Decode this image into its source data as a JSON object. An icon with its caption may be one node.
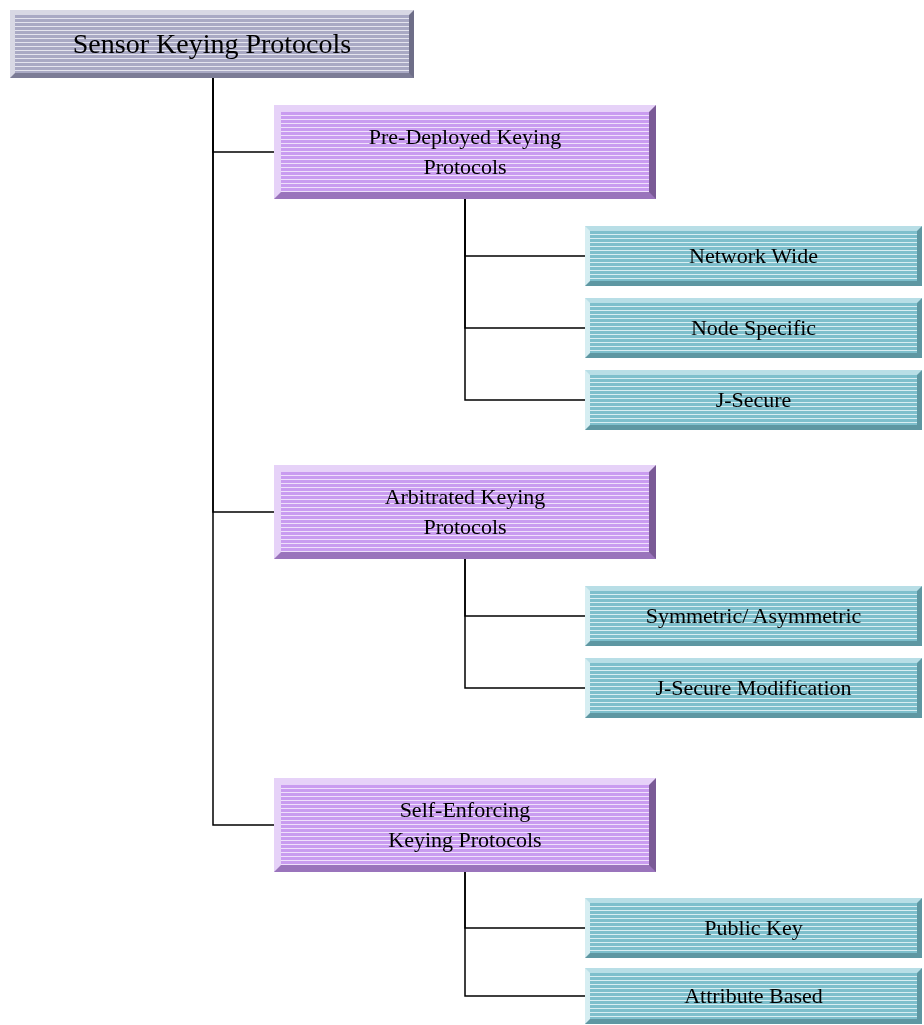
{
  "diagram": {
    "nodes": [
      {
        "text": [
          "Sensor Keying Protocols"
        ]
      },
      {
        "text": [
          "Pre-Deployed Keying Protocols"
        ]
      },
      {
        "text": [
          "Network Wide"
        ]
      },
      {
        "text": [
          "Node Specific"
        ]
      },
      {
        "text": [
          "J-Secure"
        ]
      },
      {
        "text": [
          "Arbitrated Keying Protocols"
        ]
      },
      {
        "text": [
          "Symmetric/ Asymmetric"
        ]
      },
      {
        "text": [
          "J-Secure Modification"
        ]
      },
      {
        "text": [
          "Self-Enforcing Keying Protocols"
        ]
      },
      {
        "text": [
          "Public Key"
        ]
      },
      {
        "text": [
          "Attribute Based"
        ]
      }
    ],
    "edges": [
      {
        "from": 0,
        "to": 1,
        "arrow": "none"
      },
      {
        "from": 1,
        "to": 2,
        "arrow": "none"
      },
      {
        "from": 1,
        "to": 3,
        "arrow": "none"
      },
      {
        "from": 1,
        "to": 4,
        "arrow": "none"
      },
      {
        "from": 0,
        "to": 5,
        "arrow": "none"
      },
      {
        "from": 5,
        "to": 6,
        "arrow": "none"
      },
      {
        "from": 5,
        "to": 7,
        "arrow": "none"
      },
      {
        "from": 0,
        "to": 8,
        "arrow": "none"
      },
      {
        "from": 8,
        "to": 9,
        "arrow": "none"
      },
      {
        "from": 8,
        "to": 10,
        "arrow": "none"
      }
    ]
  }
}
